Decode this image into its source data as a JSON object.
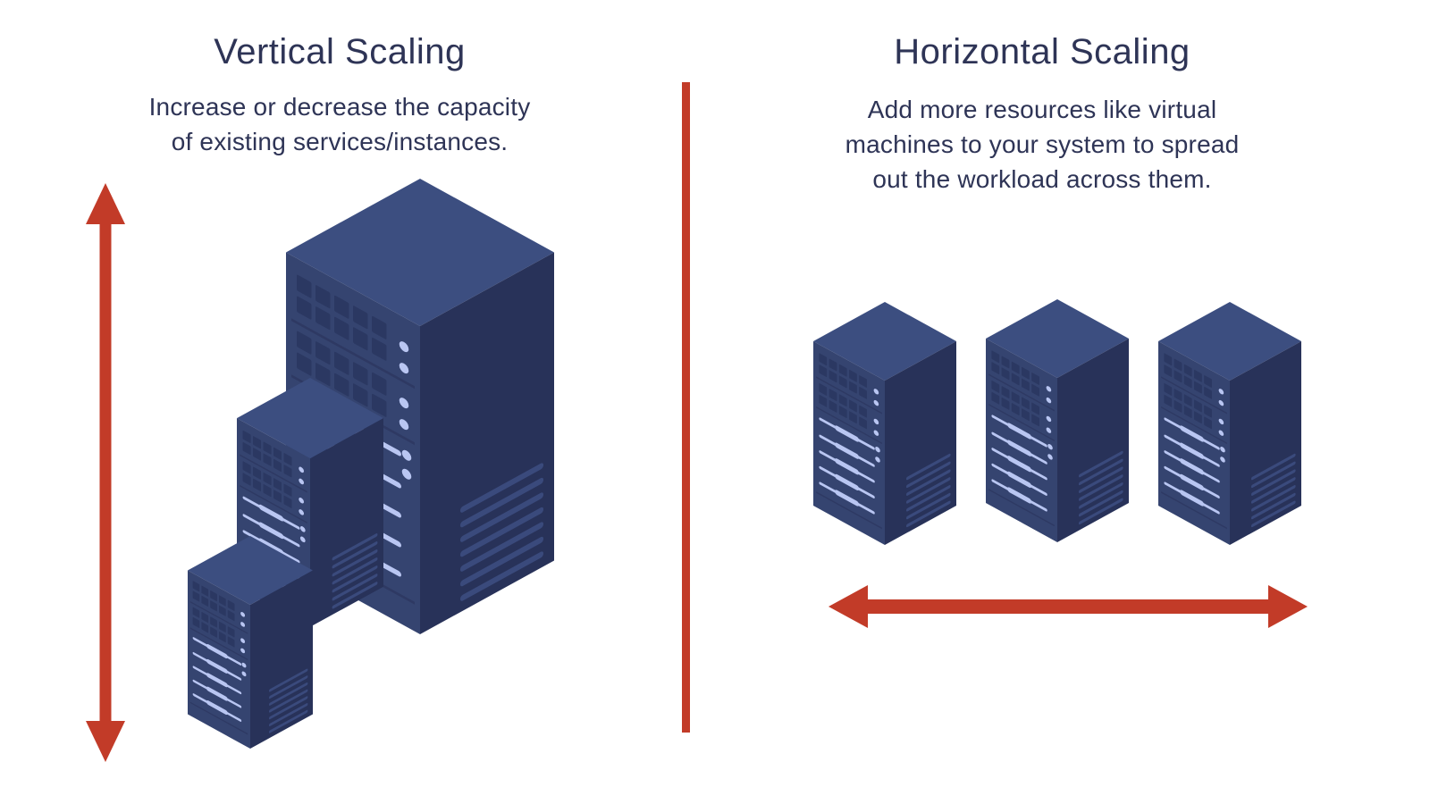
{
  "left": {
    "title": "Vertical Scaling",
    "description_lines": {
      "0": "Increase or decrease the capacity",
      "1": "of existing services/instances."
    },
    "servers": [
      "large",
      "medium",
      "small"
    ],
    "arrow_direction": "vertical"
  },
  "right": {
    "title": "Horizontal Scaling",
    "description_lines": {
      "0": "Add more resources like virtual",
      "1": "machines to your system to spread",
      "2": "out the workload across them."
    },
    "servers": [
      "tower-1",
      "tower-2",
      "tower-3"
    ],
    "arrow_direction": "horizontal"
  },
  "icons": {
    "vertical_double_arrow": "red double-headed arrow pointing up and down",
    "horizontal_double_arrow": "red double-headed arrow pointing left and right",
    "server_tower": "isometric dark-blue server tower",
    "divider": "red vertical divider line"
  },
  "colors": {
    "accent-red": "#c23b28",
    "text-navy": "#2e3456",
    "srv-top": "#3c4e80",
    "srv-left": "#354470",
    "srv-right": "#283259",
    "srv-square": "#2b3862",
    "srv-vent": "#3a4a7c",
    "srv-accent": "#b9c6f2"
  }
}
